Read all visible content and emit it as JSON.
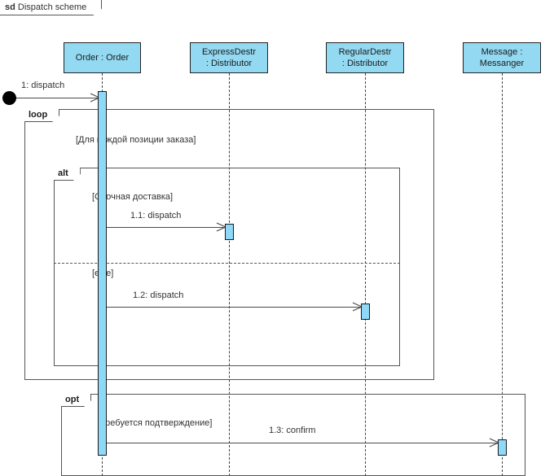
{
  "diagram": {
    "kind_label": "sd",
    "title": "Dispatch scheme"
  },
  "lifelines": [
    {
      "id": "order",
      "name_line1": "Order : Order",
      "name_line2": ""
    },
    {
      "id": "expressdestr",
      "name_line1": "ExpressDestr",
      "name_line2": ": Distributor"
    },
    {
      "id": "regulardestr",
      "name_line1": "RegularDestr",
      "name_line2": ": Distributor"
    },
    {
      "id": "message",
      "name_line1": "Message :",
      "name_line2": "Messanger"
    }
  ],
  "fragments": [
    {
      "id": "loop",
      "operator": "loop",
      "guard": "[Для каждой позиции заказа]"
    },
    {
      "id": "alt",
      "operator": "alt",
      "guard": "[Срочная доставка]",
      "else_guard": "[else]"
    },
    {
      "id": "opt",
      "operator": "opt",
      "guard": "[Требуется подтверждение]"
    }
  ],
  "messages": [
    {
      "id": "m1",
      "label": "1: dispatch",
      "from": "found",
      "to": "order"
    },
    {
      "id": "m1_1",
      "label": "1.1: dispatch",
      "from": "order",
      "to": "expressdestr"
    },
    {
      "id": "m1_2",
      "label": "1.2: dispatch",
      "from": "order",
      "to": "regulardestr"
    },
    {
      "id": "m1_3",
      "label": "1.3: confirm",
      "from": "order",
      "to": "message"
    }
  ],
  "colors": {
    "lifeline_fill": "#93d9f2",
    "activation_fill": "#8ed8f8",
    "line": "#555555",
    "text": "#333333"
  }
}
